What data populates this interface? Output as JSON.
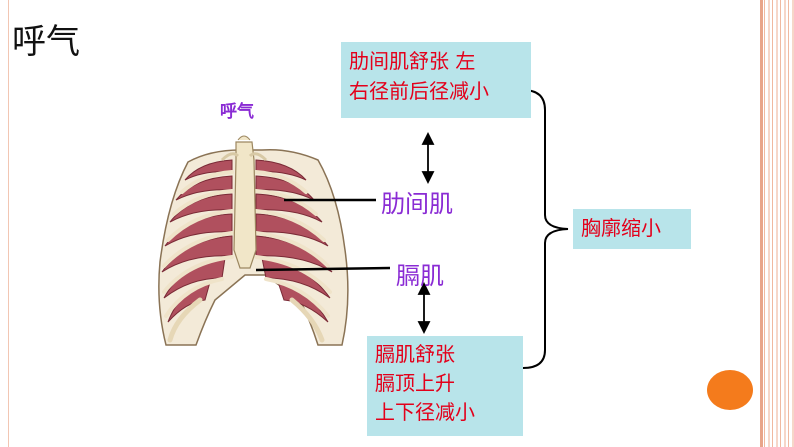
{
  "slide": {
    "title": "呼气"
  },
  "figure": {
    "caption": "呼气",
    "labels": {
      "intercostal": "肋间肌",
      "diaphragm": "膈肌"
    }
  },
  "boxes": {
    "top": {
      "lines": [
        "肋间肌舒张  左",
        "右径前后径减小"
      ]
    },
    "bottom": {
      "lines": [
        "膈肌舒张",
        "膈顶上升",
        "上下径减小"
      ]
    },
    "right": {
      "text": "胸廓缩小"
    }
  },
  "colors": {
    "box_fill": "#b8e4ea",
    "box_text": "#e3001b",
    "label_text": "#8a2bd4",
    "accent_dot": "#f47b1c"
  }
}
